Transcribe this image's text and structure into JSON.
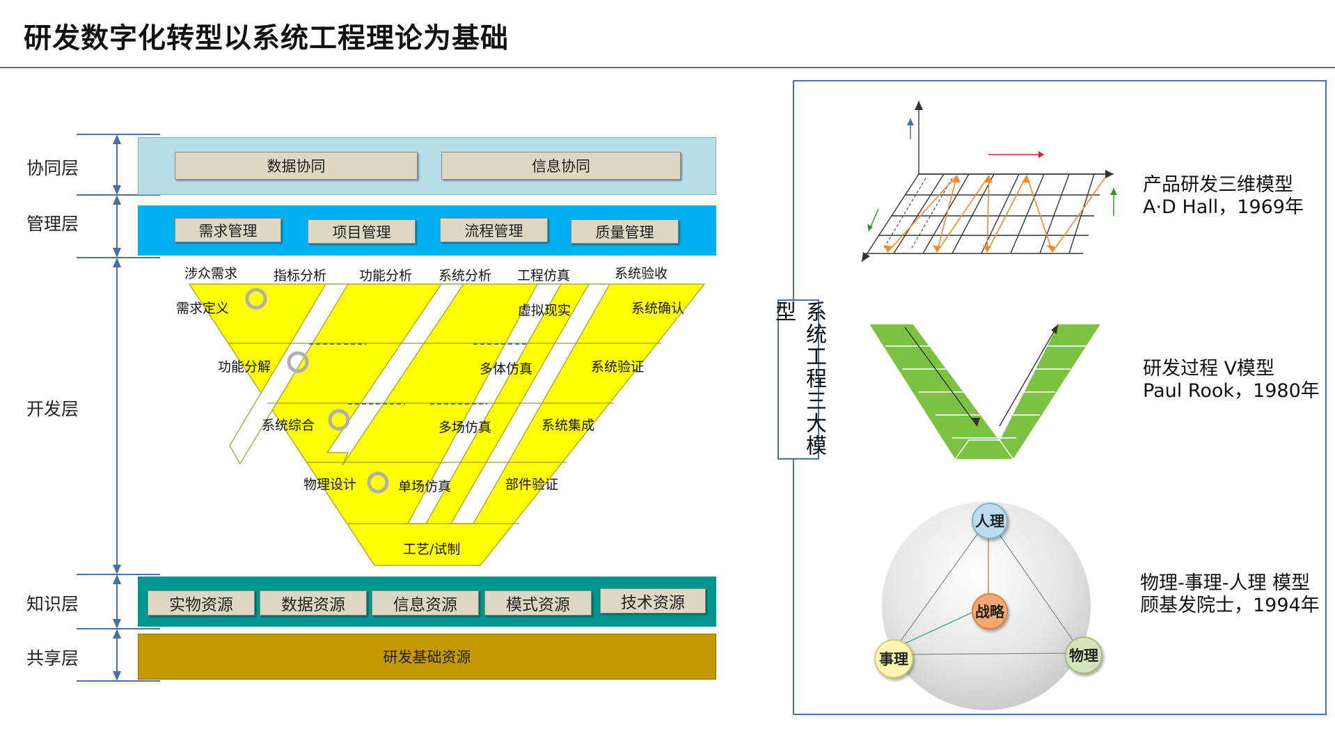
{
  "title": "研发数字化转型以系统工程理论为基础",
  "layers": {
    "collab": "协同层",
    "manage": "管理层",
    "develop": "开发层",
    "knowledge": "知识层",
    "share": "共享层"
  },
  "collab_items": [
    "数据协同",
    "信息协同"
  ],
  "manage_items": [
    "需求管理",
    "项目管理",
    "流程管理",
    "质量管理"
  ],
  "knowledge_items": [
    "实物资源",
    "数据资源",
    "信息资源",
    "模式资源",
    "技术资源"
  ],
  "share_item": "研发基础资源",
  "v_top_labels": [
    "涉众需求",
    "指标分析",
    "功能分析",
    "系统分析",
    "工程仿真",
    "系统验收"
  ],
  "v_left_labels": [
    "需求定义",
    "功能分解",
    "系统综合",
    "物理设计"
  ],
  "v_mid_labels": [
    "虚拟现实",
    "多体仿真",
    "多场仿真",
    "单场仿真"
  ],
  "v_right_labels": [
    "系统确认",
    "系统验证",
    "系统集成",
    "部件验证"
  ],
  "v_bottom": "工艺/试制",
  "three_models_title": "系统工程三大模型",
  "models": [
    {
      "name": "产品研发三维模型",
      "author": "A·D  Hall，1969年"
    },
    {
      "name": "研发过程 V模型",
      "author": "Paul Rook，1980年"
    },
    {
      "name": "物理-事理-人理 模型",
      "author": "顾基发院士，1994年"
    }
  ],
  "wsr_nodes": {
    "top": "人理",
    "center": "战略",
    "left": "事理",
    "right": "物理"
  },
  "colors": {
    "collab_band": "#b7dde8",
    "manage_band": "#00b0f0",
    "knowledge_band": "#00958f",
    "share_band": "#c49a00",
    "v_fill": "#ffff00",
    "green_v": "#7cc242"
  }
}
